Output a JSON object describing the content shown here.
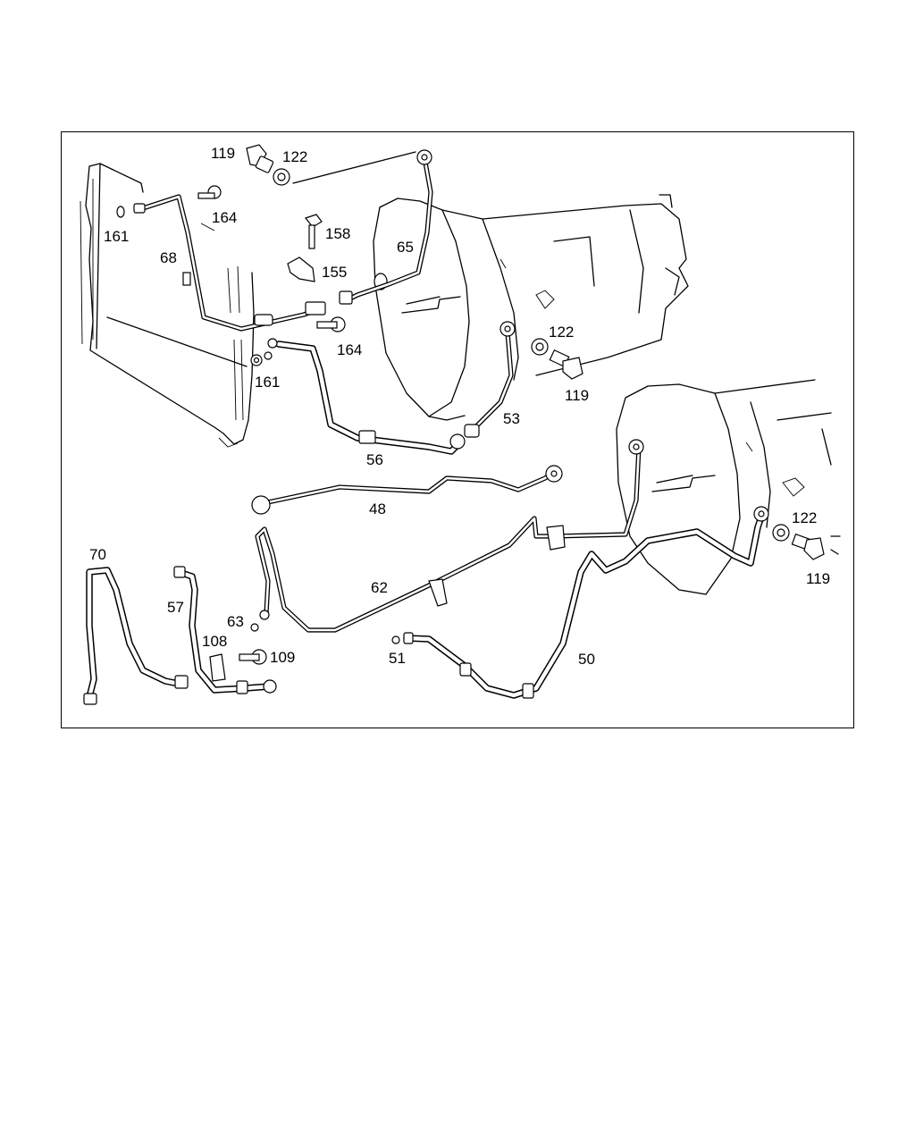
{
  "diagram": {
    "labels": [
      {
        "text": "119"
      },
      {
        "text": "122"
      },
      {
        "text": "164"
      },
      {
        "text": "161"
      },
      {
        "text": "158"
      },
      {
        "text": "65"
      },
      {
        "text": "68"
      },
      {
        "text": "155"
      },
      {
        "text": "164"
      },
      {
        "text": "161"
      },
      {
        "text": "122"
      },
      {
        "text": "119"
      },
      {
        "text": "53"
      },
      {
        "text": "56"
      },
      {
        "text": "48"
      },
      {
        "text": "122"
      },
      {
        "text": "119"
      },
      {
        "text": "70"
      },
      {
        "text": "57"
      },
      {
        "text": "62"
      },
      {
        "text": "63"
      },
      {
        "text": "108"
      },
      {
        "text": "109"
      },
      {
        "text": "51"
      },
      {
        "text": "50"
      }
    ]
  }
}
